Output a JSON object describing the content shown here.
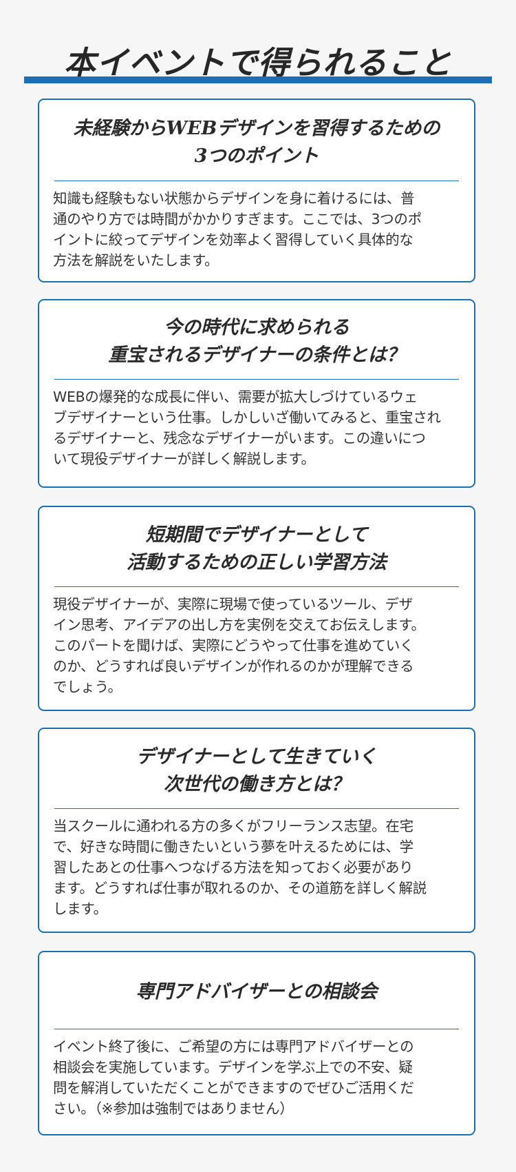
{
  "page": {
    "title": "本イベントで得られること",
    "accent_color": "#1a6fb5",
    "background_color": "#f6f6f6"
  },
  "cards": [
    {
      "heading_lines": [
        "未経験からWEBデザインを習得するための",
        "3つのポイント"
      ],
      "body_lines": [
        "知識も経験もない状態からデザインを身に着けるには、普",
        "通のやり方では時間がかかりすぎます。ここでは、3つのポ",
        "イントに絞ってデザインを効率よく習得していく具体的な",
        "方法を解説をいたします。"
      ]
    },
    {
      "heading_lines": [
        "今の時代に求められる",
        "重宝されるデザイナーの条件とは？"
      ],
      "body_lines": [
        "WEBの爆発的な成長に伴い、需要が拡大しづけているウェ",
        "ブデザイナーという仕事。しかしいざ働いてみると、重宝され",
        "るデザイナーと、残念なデザイナーがいます。この違いにつ",
        "いて現役デザイナーが詳しく解説します。"
      ]
    },
    {
      "heading_lines": [
        "短期間でデザイナーとして",
        "活動するための正しい学習方法"
      ],
      "body_lines": [
        "現役デザイナーが、実際に現場で使っているツール、デザ",
        "イン思考、アイデアの出し方を実例を交えてお伝えします。",
        "このパートを聞けば、実際にどうやって仕事を進めていく",
        "のか、どうすれば良いデザインが作れるのかが理解できる",
        "でしょう。"
      ]
    },
    {
      "heading_lines": [
        "デザイナーとして生きていく",
        "次世代の働き方とは？"
      ],
      "body_lines": [
        "当スクールに通われる方の多くがフリーランス志望。在宅",
        "で、好きな時間に働きたいという夢を叶えるためには、学",
        "習したあとの仕事へつなげる方法を知っておく必要があり",
        "ます。どうすれば仕事が取れるのか、その道筋を詳しく解説",
        "します。"
      ]
    },
    {
      "heading_lines": [
        "専門アドバイザーとの相談会"
      ],
      "body_lines": [
        "イベント終了後に、ご希望の方には専門アドバイザーとの",
        "相談会を実施しています。デザインを学ぶ上での不安、疑",
        "問を解消していただくことができますのでぜひご活用くだ",
        "さい。（※参加は強制ではありません）"
      ]
    }
  ]
}
